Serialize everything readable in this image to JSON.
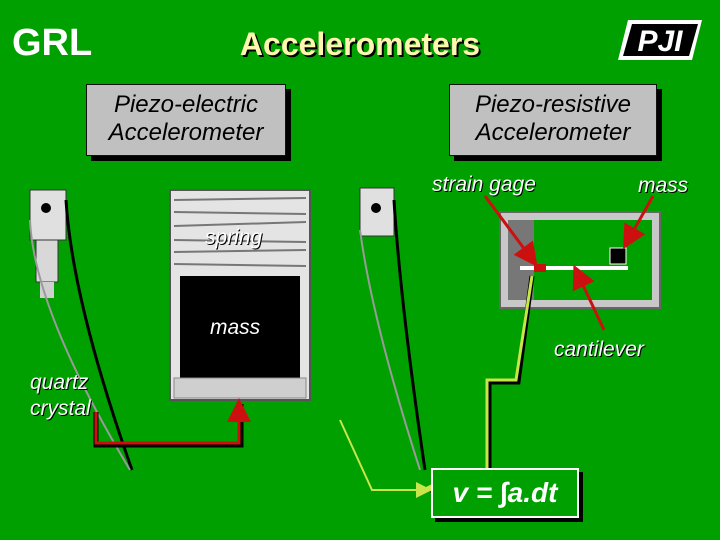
{
  "header": {
    "brand": "GRL",
    "title": "Accelerometers",
    "logo_text": "PJI"
  },
  "boxes": {
    "piezo_electric": [
      "Piezo-electric",
      "Accelerometer"
    ],
    "piezo_resistive": [
      "Piezo-resistive",
      "Accelerometer"
    ]
  },
  "labels": {
    "strain_gage": "strain gage",
    "mass_right": "mass",
    "spring": "spring",
    "mass_left": "mass",
    "cantilever": "cantilever",
    "quartz": [
      "quartz",
      "crystal"
    ]
  },
  "formula": "v = ∫a.dt",
  "colors": {
    "background": "#00a000",
    "title": "#fff7b0",
    "wire_red": "#cc1010",
    "wire_yellow": "#c8e64a",
    "box": "#c0c0c0"
  }
}
